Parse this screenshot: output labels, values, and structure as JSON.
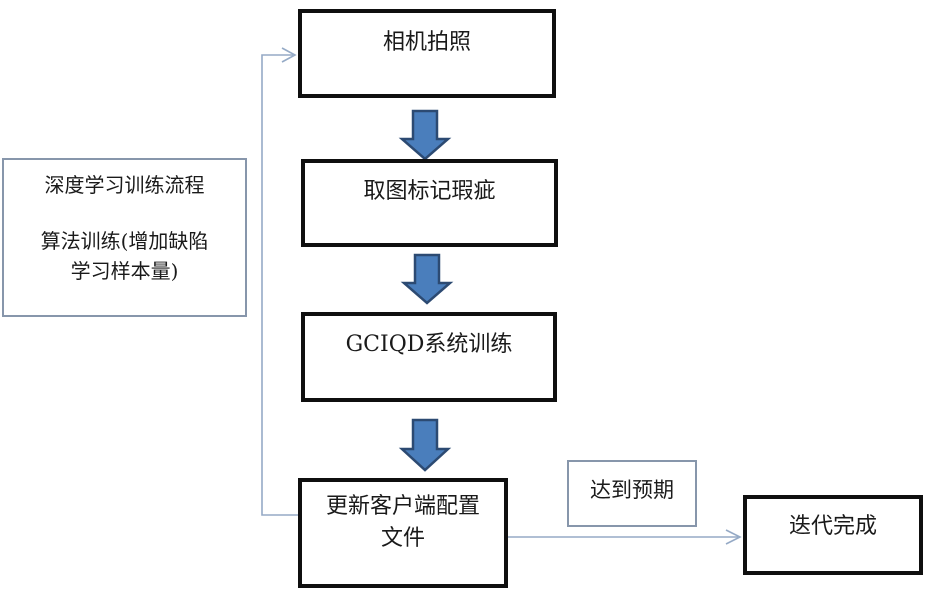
{
  "diagram": {
    "nodes": {
      "camera": {
        "label": "相机拍照"
      },
      "mark_defects": {
        "label": "取图标记瑕疵"
      },
      "system_training": {
        "label": "GCIQD系统训练"
      },
      "update_config": {
        "line1": "更新客户端配置",
        "line2": "文件"
      },
      "iteration_done": {
        "label": "迭代完成"
      },
      "expectation": {
        "label": "达到预期"
      },
      "side_note": {
        "line1": "深度学习训练流程",
        "line2": "算法训练(增加缺陷",
        "line3": "学习样本量)"
      }
    },
    "colors": {
      "background": "#ffffff",
      "text": "#1a1a1a",
      "process_box_border": "#0f0f0f",
      "label_box_border": "#8796ab",
      "block_arrow_fill": "#4a7ebc",
      "block_arrow_border": "#2c4a72",
      "connector": "#95aac6"
    }
  }
}
